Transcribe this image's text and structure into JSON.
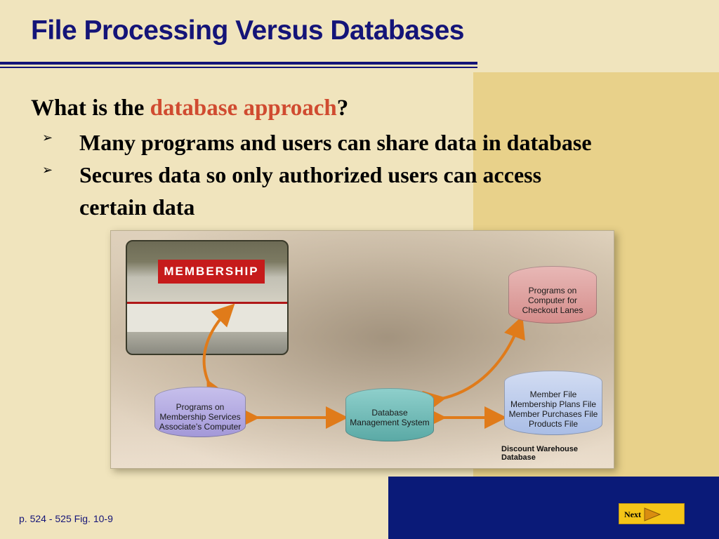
{
  "slide": {
    "title": "File Processing Versus Databases",
    "question": {
      "prefix": "What is the ",
      "highlight": "database approach",
      "suffix": "?"
    },
    "bullets": [
      {
        "line1": "Many programs and users can share data in database",
        "line2": ""
      },
      {
        "line1": "Secures data so only authorized users can access",
        "line2": "certain data"
      }
    ],
    "bullet_marker": "➢",
    "colors": {
      "title": "#141478",
      "highlight": "#d04b30",
      "navy_band": "#0a1a78",
      "next_button": "#f5c518"
    }
  },
  "figure": {
    "photo_sign": "MEMBERSHIP",
    "checkout_db": [
      "Programs on",
      "Computer for",
      "Checkout Lanes"
    ],
    "membership_db": [
      "Programs on",
      "Membership Services",
      "Associate’s Computer"
    ],
    "dbms": [
      "Database",
      "Management System"
    ],
    "files_db": [
      "Member File",
      "Membership Plans File",
      "Member Purchases File",
      "Products File"
    ],
    "caption": "Discount Warehouse Database"
  },
  "footer": {
    "page_ref": "p. 524 - 525 Fig. 10-9",
    "next_label": "Next",
    "next_icon": "arrow-right-icon"
  }
}
